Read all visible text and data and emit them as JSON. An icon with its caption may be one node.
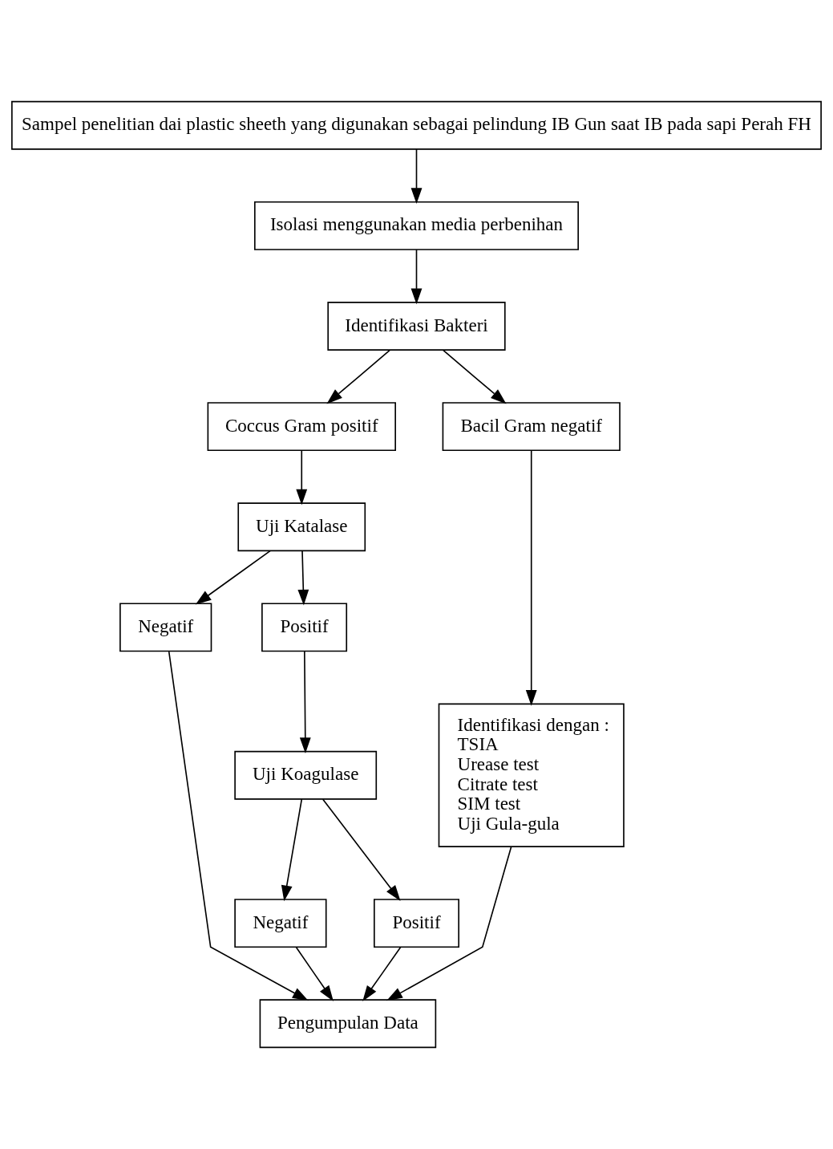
{
  "diagram": {
    "nodes": [
      {
        "text": [
          "Sampel penelitian dai plastic sheeth yang digunakan sebagai pelindung IB Gun saat IB pada sapi Perah FH"
        ]
      },
      {
        "text": [
          "Isolasi menggunakan media perbenihan"
        ]
      },
      {
        "text": [
          "Identifikasi Bakteri"
        ]
      },
      {
        "text": [
          "Coccus Gram positif"
        ]
      },
      {
        "text": [
          "Bacil Gram negatif"
        ]
      },
      {
        "text": [
          "Uji Katalase"
        ]
      },
      {
        "text": [
          "Negatif"
        ]
      },
      {
        "text": [
          "Positif"
        ]
      },
      {
        "text": [
          "Uji Koagulase"
        ]
      },
      {
        "text": [
          "Negatif"
        ]
      },
      {
        "text": [
          "Positif"
        ]
      },
      {
        "text": [
          "Identifikasi dengan :",
          "TSIA",
          "Urease test",
          "Citrate test",
          "SIM test",
          "Uji Gula-gula"
        ]
      },
      {
        "text": [
          "Pengumpulan Data"
        ]
      }
    ],
    "edges": [
      {
        "from": 0,
        "to": 1,
        "arrow": "to"
      },
      {
        "from": 1,
        "to": 2,
        "arrow": "to"
      },
      {
        "from": 2,
        "to": 3,
        "arrow": "to"
      },
      {
        "from": 2,
        "to": 4,
        "arrow": "to"
      },
      {
        "from": 3,
        "to": 5,
        "arrow": "to"
      },
      {
        "from": 4,
        "to": 11,
        "arrow": "to"
      },
      {
        "from": 5,
        "to": 6,
        "arrow": "to"
      },
      {
        "from": 5,
        "to": 7,
        "arrow": "to"
      },
      {
        "from": 7,
        "to": 8,
        "arrow": "to"
      },
      {
        "from": 8,
        "to": 9,
        "arrow": "to"
      },
      {
        "from": 8,
        "to": 10,
        "arrow": "to"
      },
      {
        "from": 6,
        "to": 12,
        "arrow": "to"
      },
      {
        "from": 9,
        "to": 12,
        "arrow": "to"
      },
      {
        "from": 10,
        "to": 12,
        "arrow": "to"
      },
      {
        "from": 11,
        "to": 12,
        "arrow": "to"
      }
    ]
  }
}
